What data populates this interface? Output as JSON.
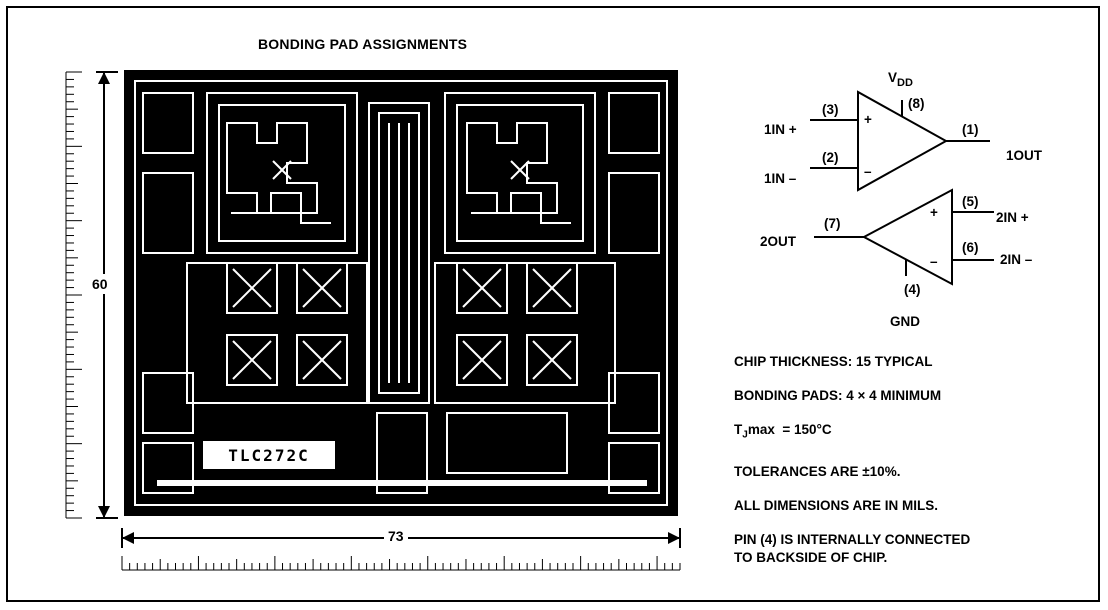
{
  "title": "BONDING PAD ASSIGNMENTS",
  "dimensions": {
    "height_label": "60",
    "width_label": "73"
  },
  "chip_marking": "TLC272C",
  "schematic": {
    "vdd": "V",
    "vdd_sub": "DD",
    "gnd": "GND",
    "pins": {
      "p1": "(1)",
      "p2": "(2)",
      "p3": "(3)",
      "p4": "(4)",
      "p5": "(5)",
      "p6": "(6)",
      "p7": "(7)",
      "p8": "(8)"
    },
    "signals": {
      "in1_plus": "1IN +",
      "in1_minus": "1IN –",
      "out1": "1OUT",
      "in2_plus": "2IN +",
      "in2_minus": "2IN –",
      "out2": "2OUT"
    },
    "plus": "+",
    "minus": "–"
  },
  "specs": {
    "thickness": "CHIP THICKNESS: 15 TYPICAL",
    "pads": "BONDING PADS: 4 × 4 MINIMUM",
    "tj_prefix": "T",
    "tj_sub": "J",
    "tj_rest": "max  = 150°C",
    "tolerance": "TOLERANCES ARE ±10%.",
    "units": "ALL DIMENSIONS ARE IN MILS.",
    "pin4_line1": "PIN (4) IS INTERNALLY CONNECTED",
    "pin4_line2": "TO BACKSIDE OF CHIP."
  }
}
